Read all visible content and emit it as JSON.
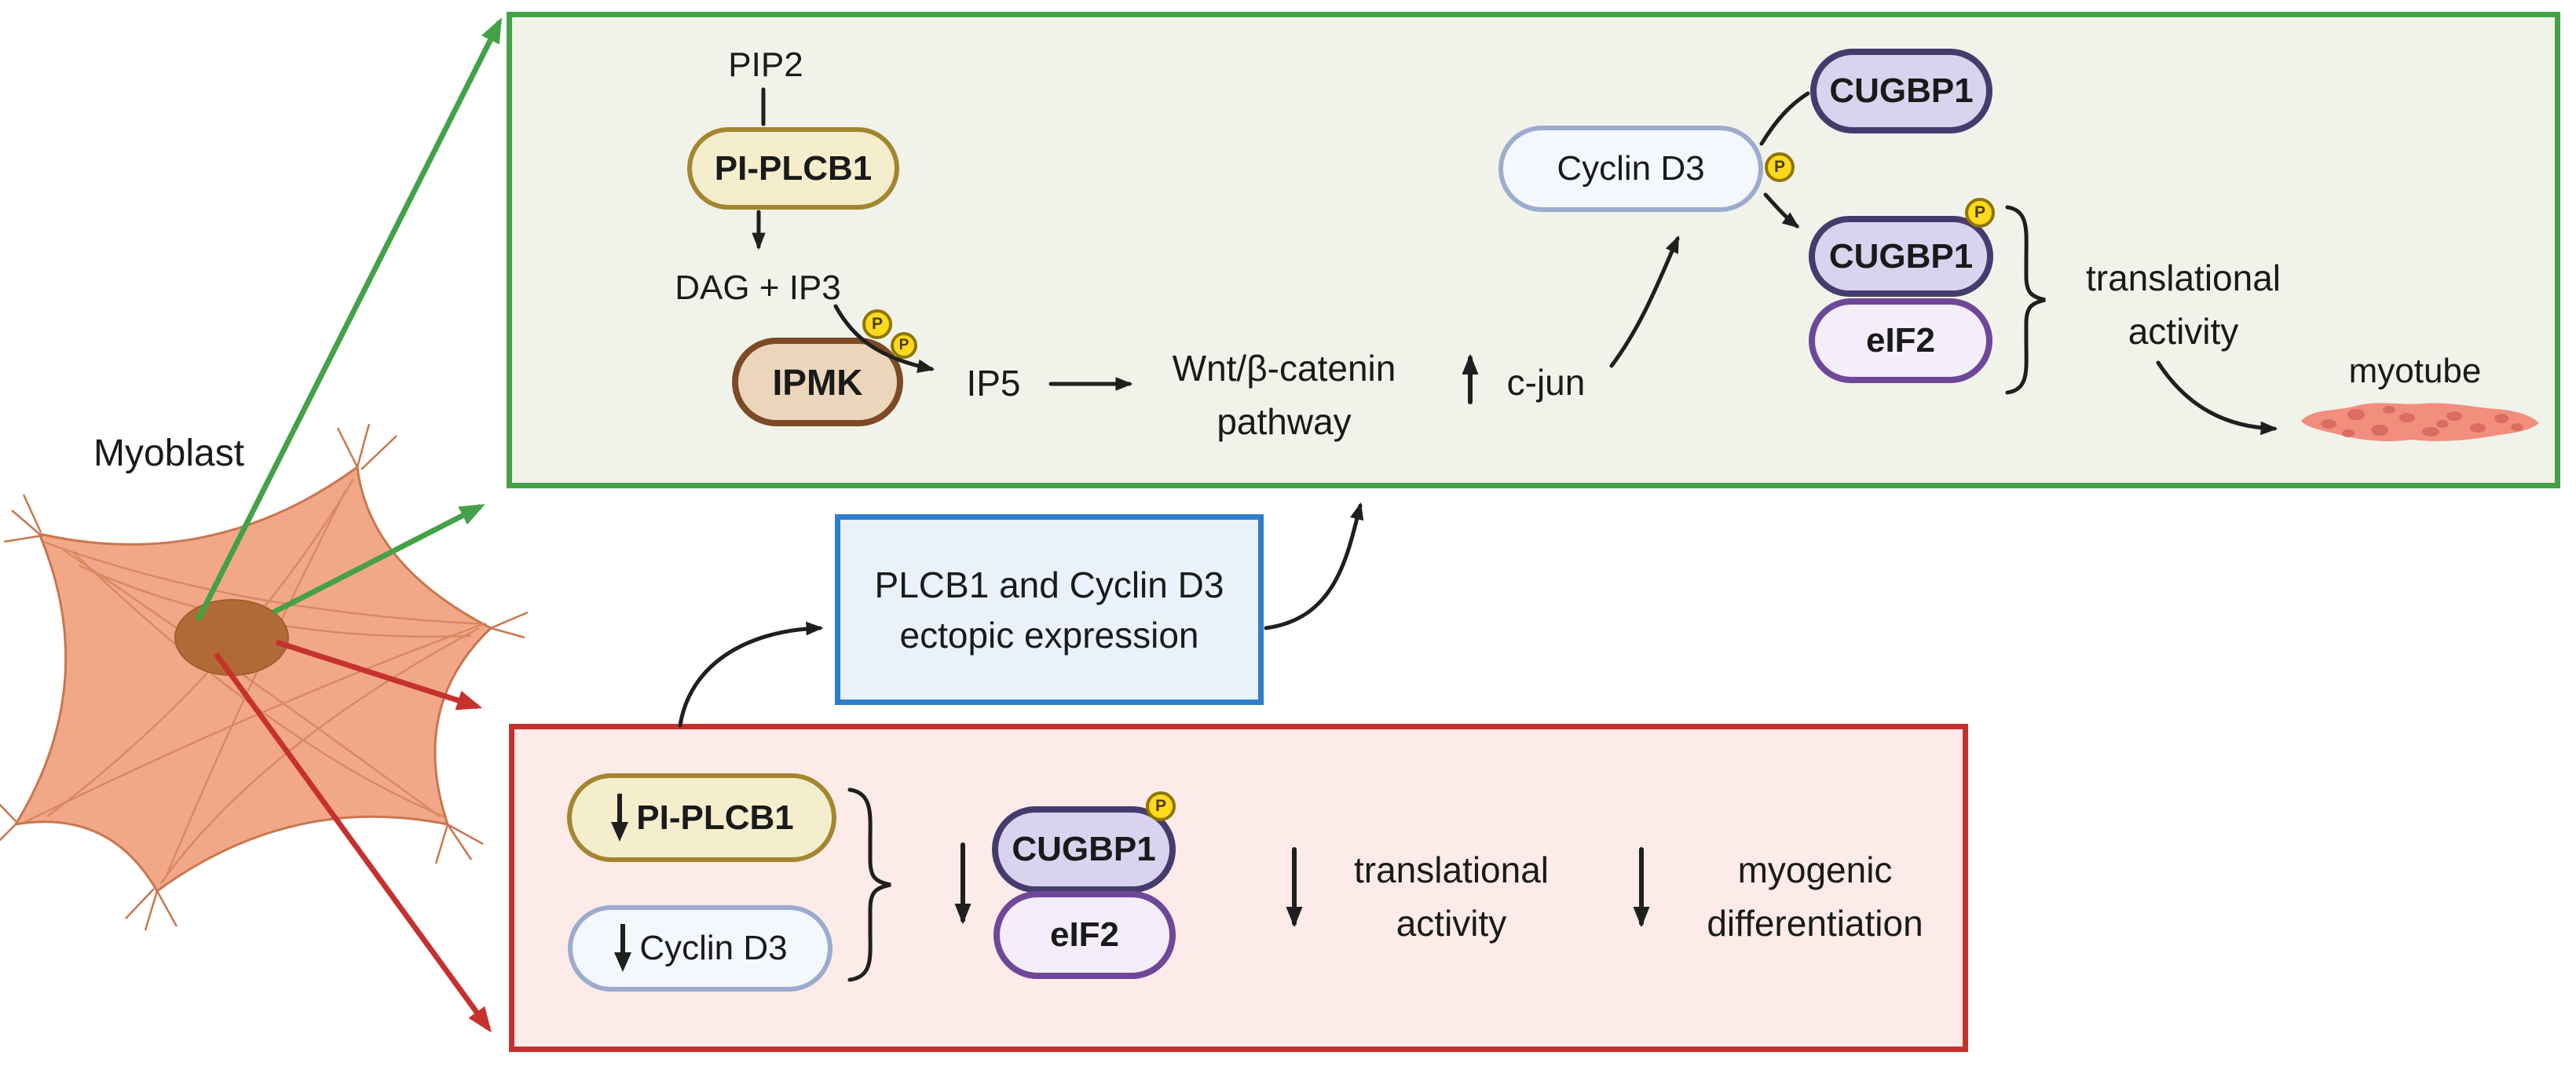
{
  "cell": {
    "label": "Myoblast"
  },
  "phosphate_label": "P",
  "activated_pathway": {
    "pip2": "PIP2",
    "pi_plcb1": "PI-PLCB1",
    "dag_ip3": "DAG + IP3",
    "ipmk": "IPMK",
    "ip5": "IP5",
    "wnt_pathway": "Wnt/β-catenin pathway",
    "c_jun": "c-jun",
    "cyclin_d3": "Cyclin D3",
    "cugbp1_free": "CUGBP1",
    "cugbp1_bound": "CUGBP1",
    "eif2": "eIF2",
    "translational_activity": "translational activity",
    "myotube": "myotube"
  },
  "ectopic_box": {
    "text": "PLCB1 and Cyclin D3 ectopic expression"
  },
  "knockdown_pathway": {
    "pi_plcb1": "PI-PLCB1",
    "cyclin_d3": "Cyclin D3",
    "cugbp1": "CUGBP1",
    "eif2": "eIF2",
    "translational_activity": "translational activity",
    "myogenic_differentiation": "myogenic differentiation"
  },
  "colors": {
    "green_border": "#44a148",
    "green_fill": "#f1f3ea",
    "red_border": "#c5322e",
    "red_fill": "#fcebe8",
    "blue_border": "#2e7ecb",
    "blue_fill": "#e9f1fb",
    "gold_border": "#a3862f",
    "gold_fill": "#f4eecd",
    "brown_border": "#7d4a26",
    "brown_fill": "#ecd6bb",
    "indigo_border": "#463b6d",
    "lavender_fill": "#d9d3ef",
    "purple_border": "#6f4799",
    "lilac_fill": "#f4eefb",
    "bluepill_border": "#9cabce",
    "bluepill_fill": "#f4f7fd",
    "phosphate_fill": "#ffd91c",
    "phosphate_border": "#8d7500",
    "arrow_black": "#1f1f1f",
    "cell_fill": "#f2a888",
    "cell_stroke": "#c9764e",
    "nucleus": "#b16a37",
    "myotube_fill": "#f28e7d",
    "myotube_spot": "#da6c61"
  }
}
